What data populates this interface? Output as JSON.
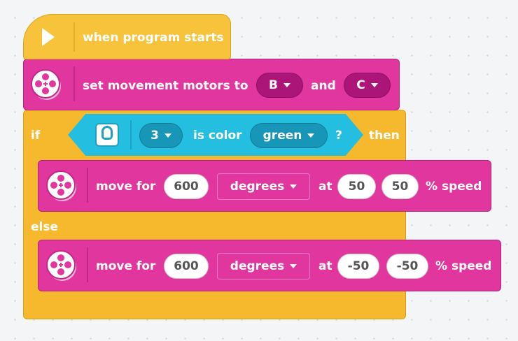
{
  "event_block": {
    "label": "when program starts",
    "icon": "play-icon"
  },
  "set_motors_block": {
    "label": "set movement motors to",
    "motor_1": "B",
    "connector": "and",
    "motor_2": "C",
    "icon": "motor-icon"
  },
  "if_block": {
    "if_label": "if",
    "then_label": "then",
    "else_label": "else",
    "condition": {
      "port": "3",
      "label": "is color",
      "color": "green",
      "question": "?",
      "icon": "color-sensor-icon"
    }
  },
  "then_move": {
    "label": "move for",
    "amount": "600",
    "unit": "degrees",
    "at_label": "at",
    "left_speed": "50",
    "right_speed": "50",
    "speed_label": "% speed"
  },
  "else_move": {
    "label": "move for",
    "amount": "600",
    "unit": "degrees",
    "at_label": "at",
    "left_speed": "-50",
    "right_speed": "-50",
    "speed_label": "% speed"
  },
  "colors": {
    "event": "#f6c33b",
    "motor": "#e2369f",
    "control": "#f6b92e",
    "sensor": "#24bfe0"
  }
}
